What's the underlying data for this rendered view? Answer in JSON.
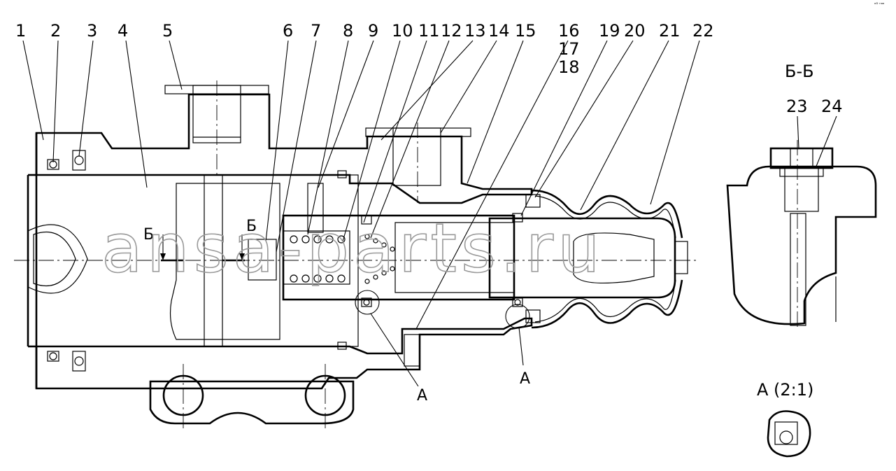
{
  "corner_mark": "ᵒᴰ ⁿᵃᵃ",
  "callouts": [
    "1",
    "2",
    "3",
    "4",
    "5",
    "6",
    "7",
    "8",
    "9",
    "10",
    "11",
    "12",
    "13",
    "14",
    "15",
    "16",
    "17",
    "18",
    "19",
    "20",
    "21",
    "22"
  ],
  "section": {
    "title": "Б-Б",
    "callouts": [
      "23",
      "24"
    ]
  },
  "cut_marks": [
    "Б",
    "Б"
  ],
  "detail_refs": [
    "A",
    "A"
  ],
  "detail_view": {
    "title": "A (2:1)"
  },
  "watermark": "ansa-parts.ru"
}
